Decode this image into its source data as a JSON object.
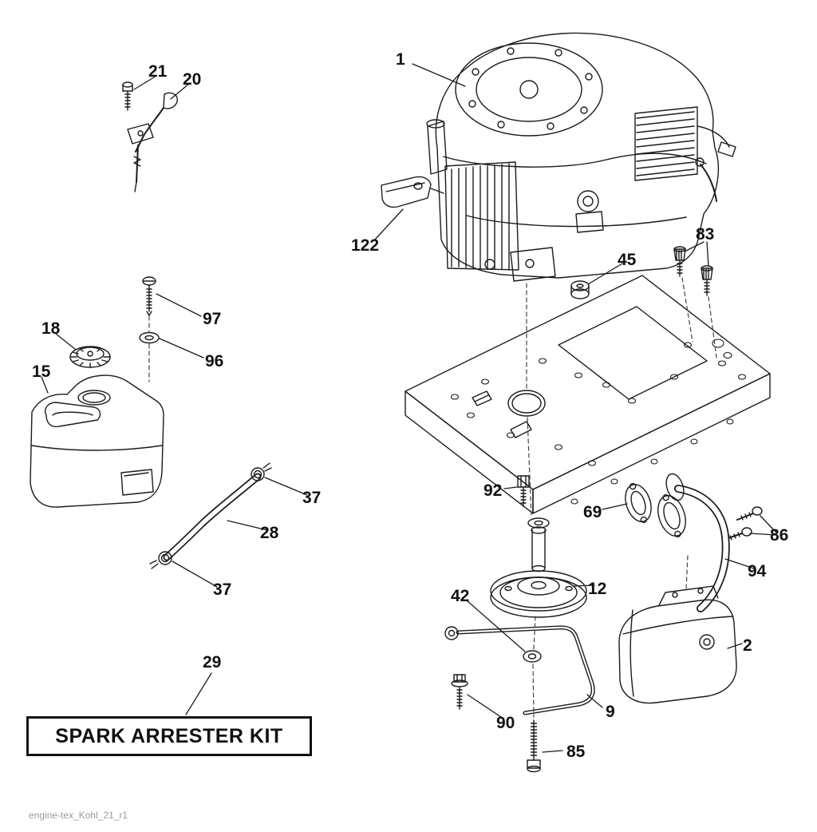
{
  "page": {
    "kit_box_label": "SPARK ARRESTER KIT",
    "footer_text": "engine-tex_Kohl_21_r1"
  },
  "callouts": [
    {
      "id": "part-1",
      "label": "1"
    },
    {
      "id": "part-21",
      "label": "21"
    },
    {
      "id": "part-20",
      "label": "20"
    },
    {
      "id": "part-122",
      "label": "122"
    },
    {
      "id": "part-83",
      "label": "83"
    },
    {
      "id": "part-45",
      "label": "45"
    },
    {
      "id": "part-97",
      "label": "97"
    },
    {
      "id": "part-18",
      "label": "18"
    },
    {
      "id": "part-96",
      "label": "96"
    },
    {
      "id": "part-15",
      "label": "15"
    },
    {
      "id": "part-92",
      "label": "92"
    },
    {
      "id": "part-69",
      "label": "69"
    },
    {
      "id": "part-86",
      "label": "86"
    },
    {
      "id": "part-37-upper",
      "label": "37"
    },
    {
      "id": "part-28",
      "label": "28"
    },
    {
      "id": "part-94",
      "label": "94"
    },
    {
      "id": "part-12",
      "label": "12"
    },
    {
      "id": "part-37-lower",
      "label": "37"
    },
    {
      "id": "part-42",
      "label": "42"
    },
    {
      "id": "part-2",
      "label": "2"
    },
    {
      "id": "part-29",
      "label": "29"
    },
    {
      "id": "part-90",
      "label": "90"
    },
    {
      "id": "part-9",
      "label": "9"
    },
    {
      "id": "part-85",
      "label": "85"
    }
  ]
}
